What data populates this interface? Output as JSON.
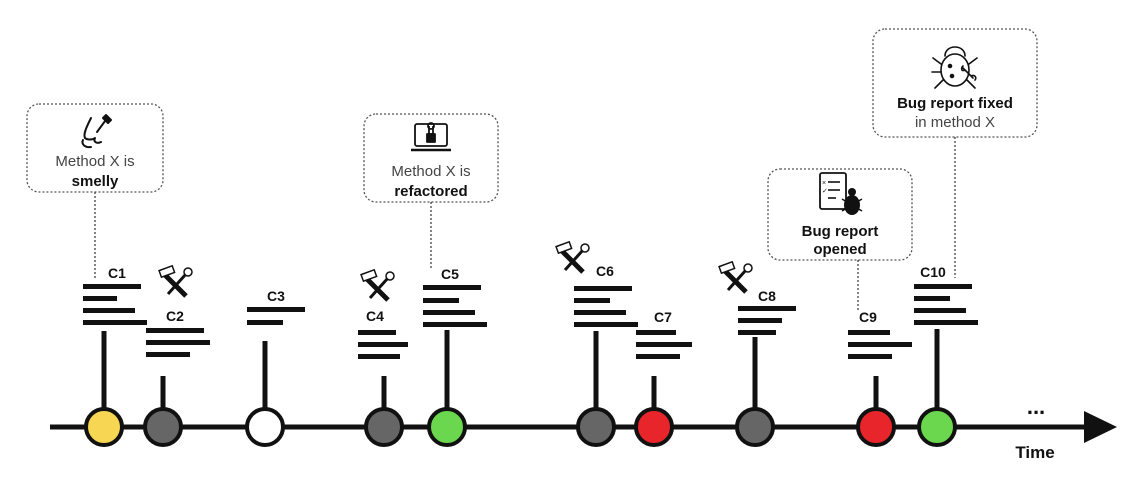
{
  "axis": {
    "label": "Time",
    "continuation": "..."
  },
  "callouts": [
    {
      "line1": "Method X is",
      "line2": "smelly",
      "icon": "nose-brush-icon"
    },
    {
      "line1": "Method X is",
      "line2": "refactored",
      "icon": "laptop-wrench-icon"
    },
    {
      "line1": "Bug report",
      "line2": "opened",
      "icon": "checklist-bug-icon"
    },
    {
      "line1": "Bug report fixed",
      "line2": "in method X",
      "icon": "bug-wrench-icon"
    }
  ],
  "commits": [
    {
      "label": "C1",
      "color": "#f6d653",
      "tools_icon": false
    },
    {
      "label": "C2",
      "color": "#666666",
      "tools_icon": true
    },
    {
      "label": "C3",
      "color": "#ffffff",
      "tools_icon": false
    },
    {
      "label": "C4",
      "color": "#666666",
      "tools_icon": true
    },
    {
      "label": "C5",
      "color": "#6bd74f",
      "tools_icon": false
    },
    {
      "label": "C6",
      "color": "#666666",
      "tools_icon": true
    },
    {
      "label": "C7",
      "color": "#e8252a",
      "tools_icon": false
    },
    {
      "label": "C8",
      "color": "#666666",
      "tools_icon": true
    },
    {
      "label": "C9",
      "color": "#e8252a",
      "tools_icon": false
    },
    {
      "label": "C10",
      "color": "#6bd74f",
      "tools_icon": false
    }
  ]
}
